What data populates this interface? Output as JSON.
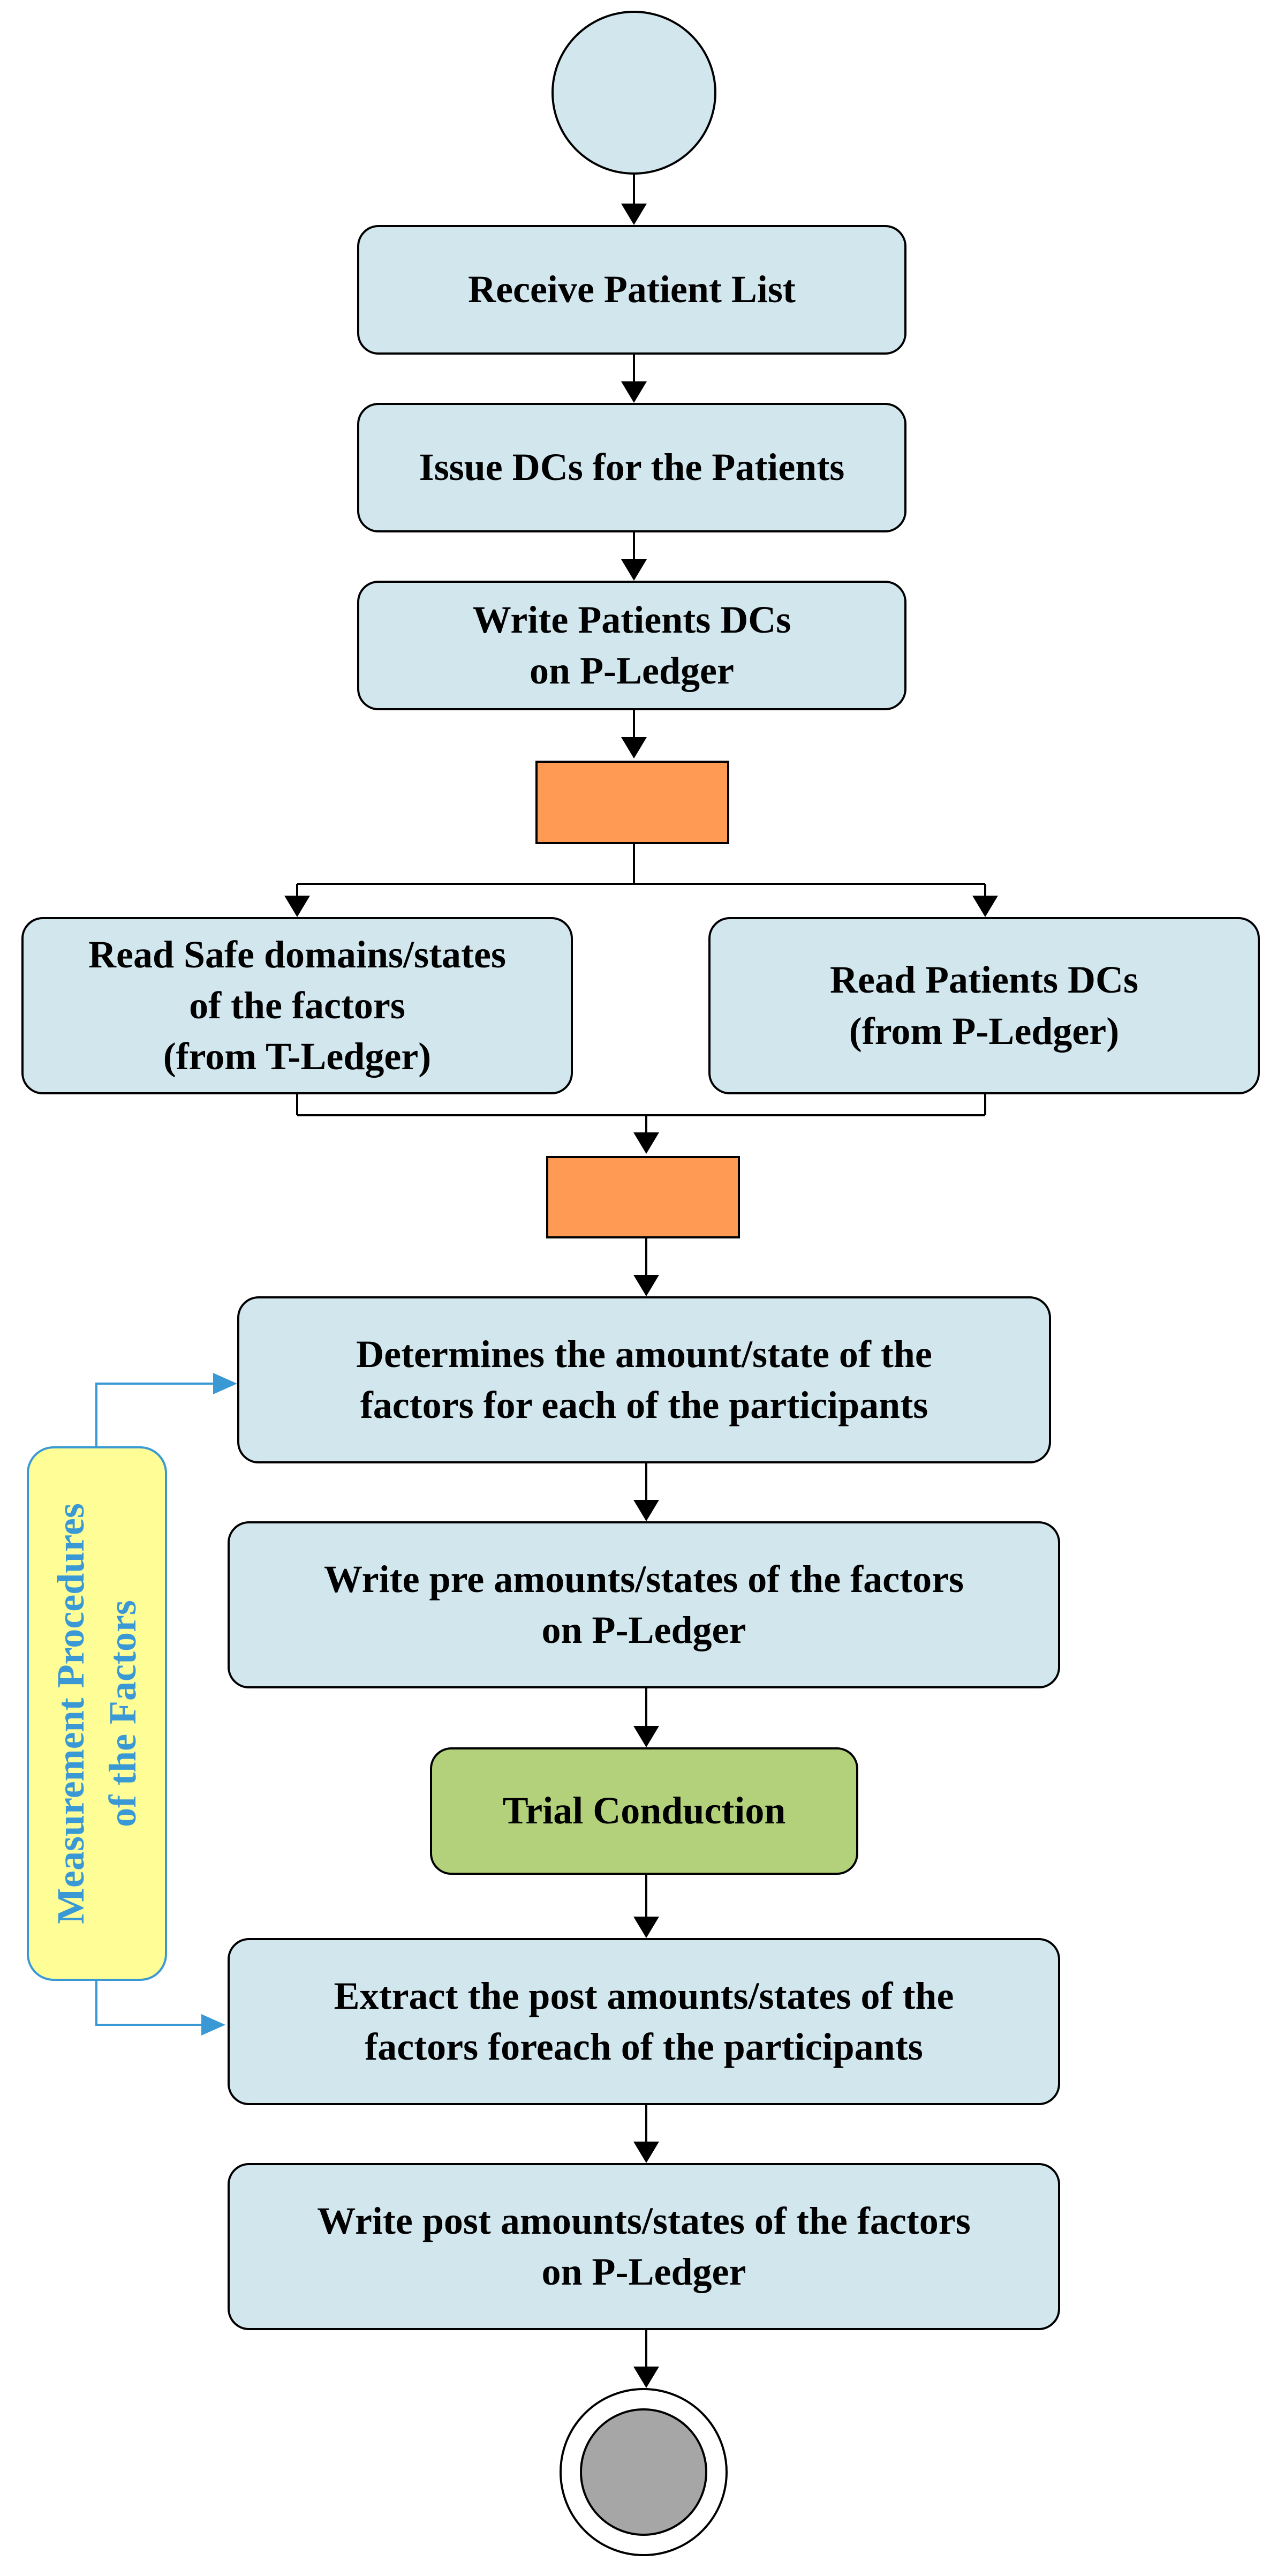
{
  "nodes": {
    "receive": "Receive Patient List",
    "issue": "Issue DCs for the Patients",
    "write_dcs": [
      "Write Patients DCs",
      "on P-Ledger"
    ],
    "read_safe": [
      "Read Safe domains/states",
      "of the factors",
      "(from T-Ledger)"
    ],
    "read_dcs": [
      "Read Patients DCs",
      "(from P-Ledger)"
    ],
    "determine": [
      "Determines the amount/state of the",
      "factors for each of the participants"
    ],
    "write_pre": [
      "Write pre amounts/states of the factors",
      "on P-Ledger"
    ],
    "trial": "Trial Conduction",
    "extract": [
      "Extract the post amounts/states of the",
      "factors foreach of the participants"
    ],
    "write_post": [
      "Write post amounts/states of the factors",
      "on P-Ledger"
    ]
  },
  "note": [
    "Measurement Procedures",
    "of the Factors"
  ],
  "colors": {
    "action_fill": "#d2e6ee",
    "fork_fill": "#ff9a55",
    "trial_fill": "#b3d17a",
    "note_fill": "#fffe96",
    "note_accent": "#3a99d5",
    "end_inner": "#a6a6a6"
  }
}
